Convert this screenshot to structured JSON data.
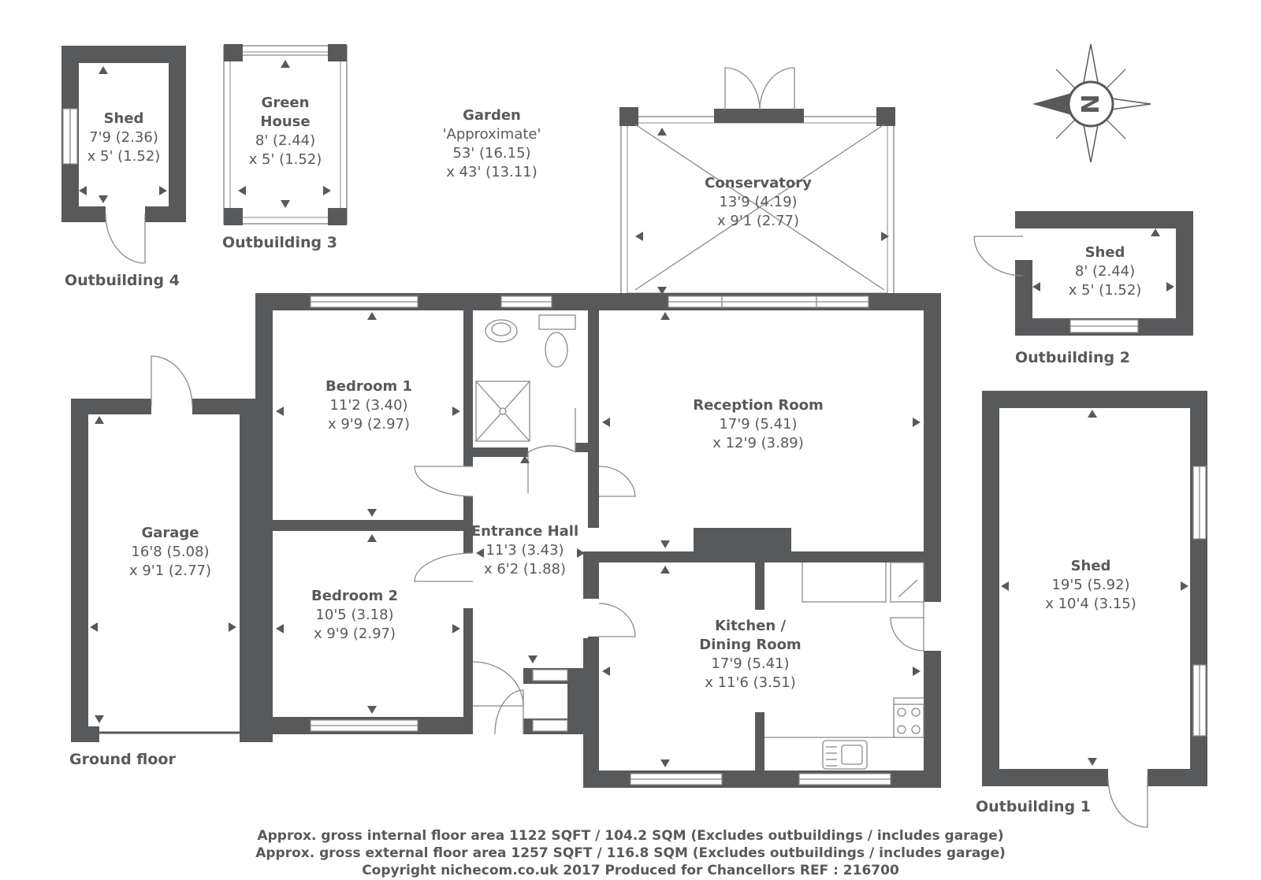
{
  "rooms": {
    "shed4": {
      "name": "Shed",
      "dim1": "7'9 (2.36)",
      "dim2": "x 5' (1.52)"
    },
    "greenhouse": {
      "name1": "Green",
      "name2": "House",
      "dim1": "8' (2.44)",
      "dim2": "x 5' (1.52)"
    },
    "garden": {
      "name": "Garden",
      "note": "'Approximate'",
      "dim1": "53' (16.15)",
      "dim2": "x 43' (13.11)"
    },
    "conservatory": {
      "name": "Conservatory",
      "dim1": "13'9 (4.19)",
      "dim2": "x 9'1 (2.77)"
    },
    "shed2": {
      "name": "Shed",
      "dim1": "8' (2.44)",
      "dim2": "x 5' (1.52)"
    },
    "bedroom1": {
      "name": "Bedroom 1",
      "dim1": "11'2 (3.40)",
      "dim2": "x 9'9 (2.97)"
    },
    "reception": {
      "name": "Reception Room",
      "dim1": "17'9 (5.41)",
      "dim2": "x 12'9 (3.89)"
    },
    "garage": {
      "name": "Garage",
      "dim1": "16'8 (5.08)",
      "dim2": "x 9'1 (2.77)"
    },
    "hall": {
      "name": "Entrance Hall",
      "dim1": "11'3 (3.43)",
      "dim2": "x 6'2 (1.88)"
    },
    "bedroom2": {
      "name": "Bedroom 2",
      "dim1": "10'5 (3.18)",
      "dim2": "x 9'9 (2.97)"
    },
    "kitchen": {
      "name1": "Kitchen /",
      "name2": "Dining Room",
      "dim1": "17'9 (5.41)",
      "dim2": "x 11'6 (3.51)"
    },
    "shed1": {
      "name": "Shed",
      "dim1": "19'5 (5.92)",
      "dim2": "x 10'4 (3.15)"
    }
  },
  "labels": {
    "outbuilding4": "Outbuilding 4",
    "outbuilding3": "Outbuilding 3",
    "outbuilding2": "Outbuilding 2",
    "outbuilding1": "Outbuilding 1",
    "ground_floor": "Ground floor"
  },
  "compass": {
    "letter": "N"
  },
  "footer": {
    "line1": "Approx. gross internal floor area 1122 SQFT / 104.2 SQM (Excludes outbuildings / includes garage)",
    "line2": "Approx. gross external floor area 1257 SQFT / 116.8 SQM (Excludes outbuildings / includes garage)",
    "line3": "Copyright nichecom.co.uk 2017 Produced for Chancellors REF : 216700"
  },
  "colors": {
    "wall": "#58595b",
    "window": "#ffffff",
    "background": "#ffffff"
  }
}
